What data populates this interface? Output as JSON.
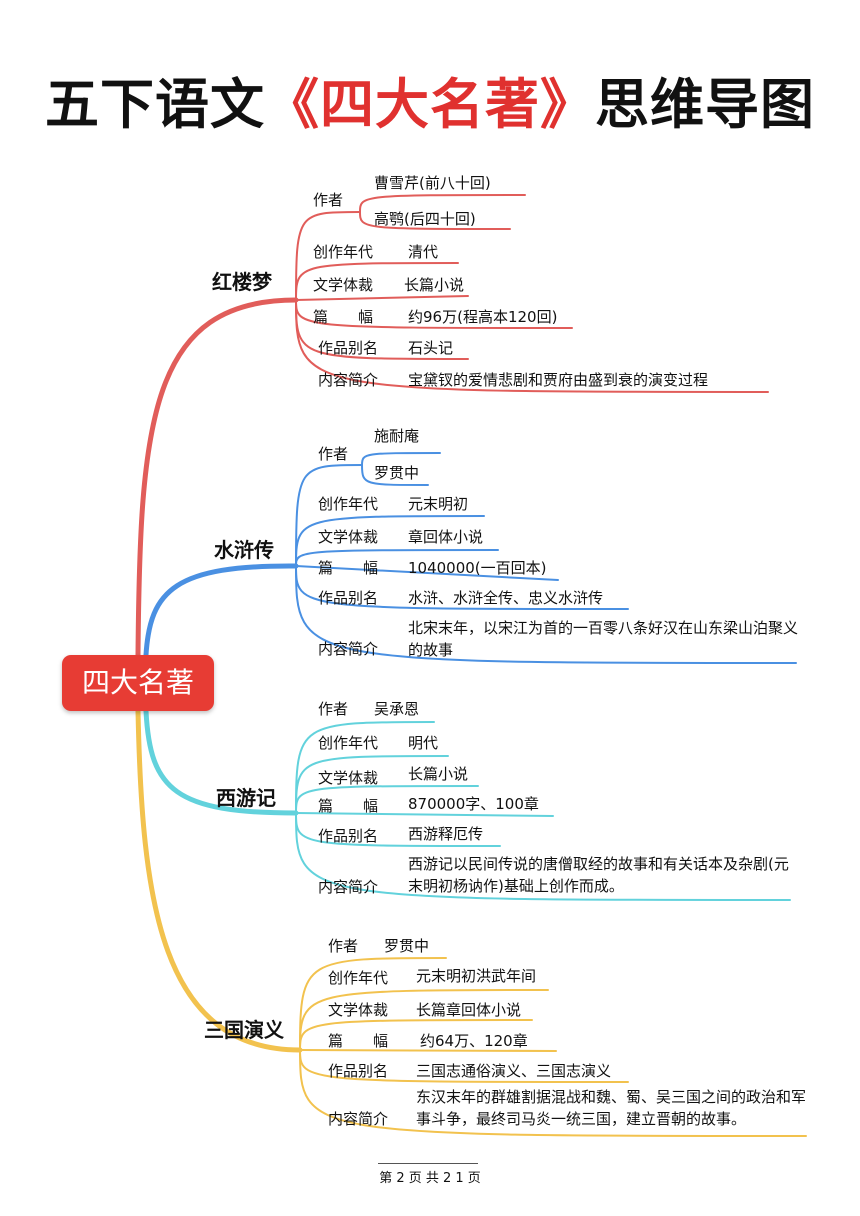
{
  "title": {
    "prefix": "五下语文",
    "accent": "《四大名著》",
    "suffix": "思维导图"
  },
  "root": "四大名著",
  "colors": {
    "hongloumeng": "#e15d5a",
    "shuihuzhuan": "#4a90e2",
    "xiyouji": "#62d2dc",
    "sanguo": "#f2c24e",
    "title_accent": "#e0312f"
  },
  "books": {
    "hlm": {
      "name": "红楼梦",
      "author_label": "作者",
      "authors": [
        "曹雪芹(前八十回)",
        "高鹗(后四十回)"
      ],
      "era_label": "创作年代",
      "era": "清代",
      "genre_label": "文学体裁",
      "genre": "长篇小说",
      "length_label": "篇　　幅",
      "length": "约96万(程高本120回)",
      "alias_label": "作品别名",
      "alias": "石头记",
      "summary_label": "内容简介",
      "summary": "宝黛钗的爱情悲剧和贾府由盛到衰的演变过程"
    },
    "shz": {
      "name": "水浒传",
      "author_label": "作者",
      "authors": [
        "施耐庵",
        "罗贯中"
      ],
      "era_label": "创作年代",
      "era": "元末明初",
      "genre_label": "文学体裁",
      "genre": "章回体小说",
      "length_label": "篇　　幅",
      "length": "1040000(一百回本)",
      "alias_label": "作品别名",
      "alias": "水浒、水浒全传、忠义水浒传",
      "summary_label": "内容简介",
      "summary": "北宋末年，以宋江为首的一百零八条好汉在山东梁山泊聚义的故事"
    },
    "xyj": {
      "name": "西游记",
      "author_label": "作者",
      "author": "吴承恩",
      "era_label": "创作年代",
      "era": "明代",
      "genre_label": "文学体裁",
      "genre": "长篇小说",
      "length_label": "篇　　幅",
      "length": "870000字、100章",
      "alias_label": "作品别名",
      "alias": "西游释厄传",
      "summary_label": "内容简介",
      "summary": "西游记以民间传说的唐僧取经的故事和有关话本及杂剧(元末明初杨讷作)基础上创作而成。"
    },
    "sgy": {
      "name": "三国演义",
      "author_label": "作者",
      "author": "罗贯中",
      "era_label": "创作年代",
      "era": "元末明初洪武年间",
      "genre_label": "文学体裁",
      "genre": "长篇章回体小说",
      "length_label": "篇　　幅",
      "length": "约64万、120章",
      "alias_label": "作品别名",
      "alias": "三国志通俗演义、三国志演义",
      "summary_label": "内容简介",
      "summary": "东汉末年的群雄割据混战和魏、蜀、吴三国之间的政治和军事斗争，最终司马炎一统三国，建立晋朝的故事。"
    }
  },
  "footer": "第 2 页 共 2 1 页"
}
